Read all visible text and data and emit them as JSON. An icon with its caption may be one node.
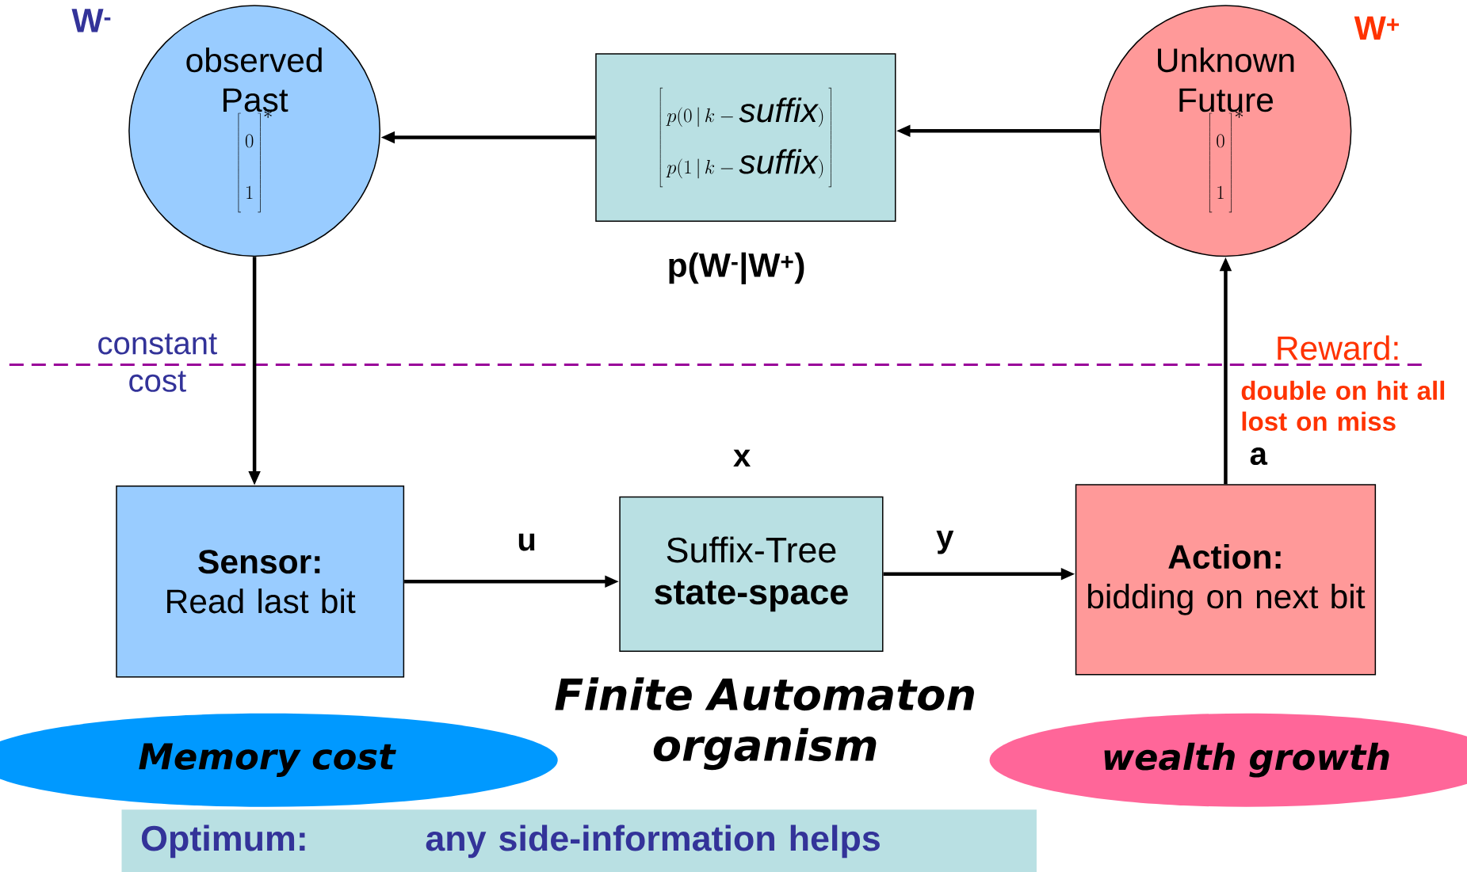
{
  "diagram": {
    "nodes": [
      {
        "text": [
          "observed Past",
          "\\left[\\begin{array}{c}0\\\\1\\end{array}\\right]^{*}"
        ]
      },
      {
        "text": [
          "\\left[\\begin{array}{c}p(0\\,|\\,k-\\mathit{suffix})\\\\p(1\\,|\\,k-\\mathit{suffix})\\end{array}\\right]"
        ]
      },
      {
        "text": [
          "Unknown Future",
          "\\left[\\begin{array}{c}0\\\\1\\end{array}\\right]^{*}"
        ]
      },
      {
        "text": [
          "Sensor:",
          "Read last bit"
        ]
      },
      {
        "text": [
          "Suffix-Tree",
          "state-space"
        ]
      },
      {
        "text": [
          "Action:",
          "bidding on next bit"
        ]
      },
      {
        "text": [
          "Memory cost"
        ]
      },
      {
        "text": [
          "wealth growth"
        ]
      },
      {
        "text": [
          "Optimum:",
          "any side-information helps"
        ]
      }
    ],
    "edges": [
      {
        "from": 2,
        "to": 1,
        "arrow": "to"
      },
      {
        "from": 1,
        "to": 0,
        "arrow": "to"
      },
      {
        "from": 0,
        "to": 3,
        "arrow": "to"
      },
      {
        "from": 3,
        "to": 4,
        "arrow": "to",
        "label": "u"
      },
      {
        "from": 4,
        "to": 5,
        "arrow": "to",
        "label": "y"
      },
      {
        "from": 5,
        "to": 2,
        "arrow": "to",
        "label": "a"
      }
    ],
    "labels": [
      "W$^{-}$",
      "W$^{+}$",
      "p(W$^{-}$|W$^{+}$)",
      "constant cost",
      "Reward:",
      "double on hit all lost on miss",
      "x",
      "Finite Automaton organism"
    ]
  }
}
